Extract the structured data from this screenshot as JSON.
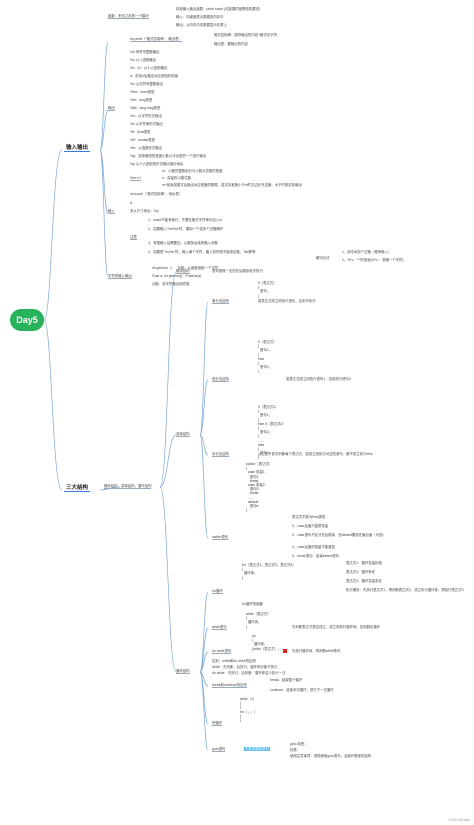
{
  "root": "Day5",
  "branches": {
    "io": "输入输出",
    "control": "三大结构"
  },
  "io_nodes": {
    "intro_label": "函数：来自之前的一个模块",
    "intro_1": "标准输入输出函数：printf scanf (可能要的被需结构要求)",
    "intro_2": "输入：向键盘表示数据的内存中",
    "intro_3": "输出：从内存中将数据显示在屏上",
    "out_label": "输出",
    "printf_label": "int printf（\"格式控制串\"，输出表）",
    "printf_fmt": "格式控制串：原样输出的内容+格式化字符",
    "printf_list": "输出表：要输出的内容",
    "fmt_1": "%d 有符号整数输出",
    "fmt_2": "%o 以八进制输出",
    "fmt_3": "%x（X）以十六进制输出",
    "fmt_4": "#：前加#后输出对应进制的前缀",
    "fmt_5": "%u 以无符号整数输出",
    "fmt_6": "%hd：short类型",
    "fmt_7": "%ld：long类型",
    "fmt_8": "%lld：long long类型",
    "fmt_9": "%c：以字符形式输出",
    "fmt_10": "%s 以字符串形式输出",
    "fmt_11": "%f：float类型",
    "fmt_12": "%lf：double类型",
    "fmt_13": "%e：以指数形式输出",
    "fmt_14": "%g：选择最短的宽度小数以浮点型的一个进行输出",
    "fmt_15": "%p 以十六进制的形式输出指针地址",
    "mn_label": "%m.n f",
    "mn_1": "m：小数的整数部分与小数点总数的宽度",
    "mn_2": "n：保留的小数位数",
    "mn_3": "m+前面加数字后输出对应宽度的数据，若实际宽度小于m时左边补充空格，大于时按实际输出",
    "in_label": "输入",
    "scanf_label": "int scanf（\"格式控制串\"，地址表）",
    "in_1": "&",
    "in_2": "多从尺寸地址：%p",
    "note_label": "注意",
    "note_1": "1、scanf不能有换行，不要在格式字符串中加入\\n",
    "note_2": "2、如果输入\"%d%d\"时，要用一个或多个空格隔开",
    "note_3": "3、有限输入后需要加，以避免后续的输入问题",
    "note_4": "4、如果是\"%c%c\"时，输入两个字符，输入的时候不能用空格，Tab等等",
    "solve_label": "解决办法",
    "solve_1": "1、用中间加个空格（推荐输入）",
    "solve_2": "2、%*c：\"*\"的用途(%*c ：忽略一个字符)",
    "char_label": "字符的输入输出",
    "char_1": "int getchar（）   功能：从键盘读取一个字符",
    "char_2": "Char a: int getchar()：Putchar(a)",
    "char_3": "功能：将字符输出到终端"
  },
  "control_nodes": {
    "intro": "顺序结构，选择结构，循环结构",
    "seq_label": "顺序结构",
    "seq_desc": "语句按照一定的先后顺序依次执行",
    "sel_label": "选择结构",
    "single_label": "单分支结构",
    "single_code": "if（表达式）\n{\n  语句；\n}",
    "single_desc": "若表达式成立则执行语句，否则不执行",
    "double_label": "双分支结构",
    "double_code": "if（表达式）\n{\n  语句1；\n}\nelse\n{\n  语句2；\n}",
    "double_desc": "若表达式成立则执行语句1，否则执行语句2",
    "multi_label": "多分支结构",
    "multi_code": "if（表达式1）\n{\n  语句1；\n}\nelse if（表达式2）\n{\n  语句2；\n}\n......\nelse\n{\n  语句n；\n}",
    "multi_desc": "从上往下依次判断每个表达式，若成立则执行对应的语句，都不成立执行else",
    "switch_label": "switch语句",
    "switch_code": "switch（表达式）\n{\n  case 常量1:\n    语句1;\n    break;\n  case 常量2:\n    语句2;\n    break;\n  ......\n  default:\n    语句n;\n}",
    "switch_1": "表达式不能为float类型",
    "switch_2": "2、case后面只能是常量",
    "switch_3": "3、case语句不区分先后顺序，但default要放在最后面（可选）",
    "switch_4": "4、case后面的常量不能重复",
    "switch_5": "5、break语句：结束switch语句",
    "loop_label": "循环结构",
    "for_label": "for循环",
    "for_code": "for（表达式1；表达式2；表达式3）\n{\n  循环体；\n}",
    "for_1": "表达式1：循环变量初值",
    "for_2": "表达式2：循环条件",
    "for_3": "表达式3：循环变量变化",
    "for_4": "执行顺序：先执行表达式1，再判断表达式2，成立执行循环体，再执行表达式3",
    "for_nest": "for循环的嵌套",
    "while_label": "while语句",
    "while_code": "while（表达式）\n{\n  循环体；\n}",
    "while_desc": "先判断表达式是否成立，成立则执行循环体，否则跳出循环",
    "dowhile_label": "do while语句",
    "dowhile_code": "do\n{\n  循环体；\n}while（表达式）；",
    "dowhile_desc": "先执行循环体，再判断while条件",
    "diff_1": "区别：while和do while的区别",
    "diff_2": "while：先判断，后执行，循环体可能不执行",
    "diff_3": "do while：先执行，后判断，循环体至少执行一次",
    "bc_label": "break和continue的区别",
    "bc_1": "break：结束整个循环",
    "bc_2": "continue：结束本次循环，进行下一次循环",
    "dead_label": "死循环",
    "dead_code": "while（1）\n{\n}\nfor（；；）\n{\n}",
    "goto_label": "goto语句",
    "goto_hl": "无条件跳转语句",
    "goto_1": "goto 标签；",
    "goto_2": "标签：",
    "goto_3": "使用注意事项：谨慎使用goto语句，会破坏程序的结构"
  },
  "watermark": "CSDN @Day5"
}
